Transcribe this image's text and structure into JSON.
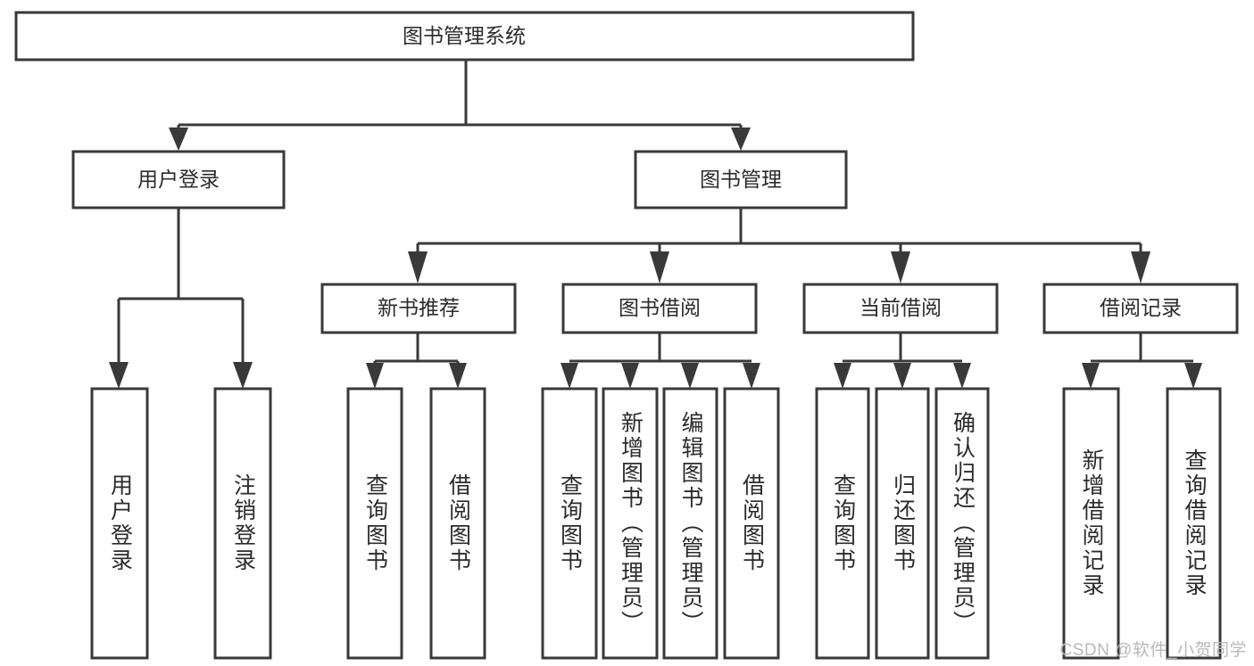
{
  "diagram": {
    "title": "图书管理系统",
    "type": "tree-hierarchy",
    "root": {
      "id": "root",
      "label": "图书管理系统",
      "orientation": "horizontal"
    },
    "level2": [
      {
        "id": "user-login",
        "label": "用户登录",
        "orientation": "horizontal"
      },
      {
        "id": "book-manage",
        "label": "图书管理",
        "orientation": "horizontal"
      }
    ],
    "level3": [
      {
        "id": "new-book-rec",
        "label": "新书推荐",
        "orientation": "horizontal",
        "parent": "book-manage"
      },
      {
        "id": "book-borrow",
        "label": "图书借阅",
        "orientation": "horizontal",
        "parent": "book-manage"
      },
      {
        "id": "current-borrow",
        "label": "当前借阅",
        "orientation": "horizontal",
        "parent": "book-manage"
      },
      {
        "id": "borrow-record",
        "label": "借阅记录",
        "orientation": "horizontal",
        "parent": "book-manage"
      }
    ],
    "leaves": [
      {
        "id": "leaf-user-login",
        "label": "用户登录",
        "parent": "user-login",
        "orientation": "vertical"
      },
      {
        "id": "leaf-user-logout",
        "label": "注销登录",
        "parent": "user-login",
        "orientation": "vertical"
      },
      {
        "id": "leaf-query-book-1",
        "label": "查询图书",
        "parent": "new-book-rec",
        "orientation": "vertical"
      },
      {
        "id": "leaf-borrow-book-1",
        "label": "借阅图书",
        "parent": "new-book-rec",
        "orientation": "vertical"
      },
      {
        "id": "leaf-query-book-2",
        "label": "查询图书",
        "parent": "book-borrow",
        "orientation": "vertical"
      },
      {
        "id": "leaf-add-book",
        "label": "新增图书（管理员）",
        "parent": "book-borrow",
        "orientation": "vertical"
      },
      {
        "id": "leaf-edit-book",
        "label": "编辑图书（管理员）",
        "parent": "book-borrow",
        "orientation": "vertical"
      },
      {
        "id": "leaf-borrow-book-2",
        "label": "借阅图书",
        "parent": "book-borrow",
        "orientation": "vertical"
      },
      {
        "id": "leaf-query-book-3",
        "label": "查询图书",
        "parent": "current-borrow",
        "orientation": "vertical"
      },
      {
        "id": "leaf-return-book",
        "label": "归还图书",
        "parent": "current-borrow",
        "orientation": "vertical"
      },
      {
        "id": "leaf-confirm-return",
        "label": "确认归还（管理员）",
        "parent": "current-borrow",
        "orientation": "vertical"
      },
      {
        "id": "leaf-add-record",
        "label": "新增借阅记录",
        "parent": "borrow-record",
        "orientation": "vertical"
      },
      {
        "id": "leaf-query-record",
        "label": "查询借阅记录",
        "parent": "borrow-record",
        "orientation": "vertical"
      }
    ],
    "watermark": "CSDN @软件_小贺同学",
    "colors": {
      "stroke": "#393939",
      "box_fill": "#ffffff",
      "text": "#2b2b2b",
      "watermark": "#b9b9b9",
      "background": "#ffffff"
    }
  }
}
